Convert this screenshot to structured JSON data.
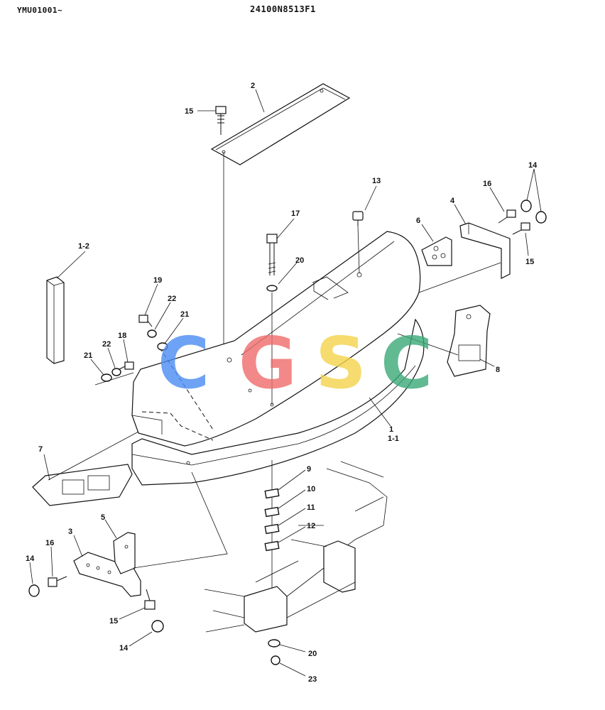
{
  "header": {
    "serial": "YMU01001~",
    "drawing_no": "24100N8513F1"
  },
  "watermark": {
    "letters": [
      "C",
      "G",
      "S",
      "C"
    ],
    "colors": [
      "#4a8cf2",
      "#ef6b6b",
      "#f5d34a",
      "#3aaa78"
    ]
  },
  "callouts": {
    "c_2": "2",
    "c_15_top": "15",
    "c_13": "13",
    "c_17": "17",
    "c_20_top": "20",
    "c_16_right": "16",
    "c_14_right": "14",
    "c_4": "4",
    "c_6": "6",
    "c_15_right": "15",
    "c_1_2": "1-2",
    "c_19": "19",
    "c_22_upper": "22",
    "c_21_upper": "21",
    "c_18": "18",
    "c_22_lower": "22",
    "c_21_lower": "21",
    "c_8": "8",
    "c_1": "1",
    "c_1_1": "1-1",
    "c_7": "7",
    "c_9": "9",
    "c_10": "10",
    "c_11": "11",
    "c_12": "12",
    "c_5": "5",
    "c_3": "3",
    "c_14_left": "14",
    "c_16_left": "16",
    "c_15_left": "15",
    "c_14_bottom": "14",
    "c_20_bottom": "20",
    "c_23": "23"
  }
}
